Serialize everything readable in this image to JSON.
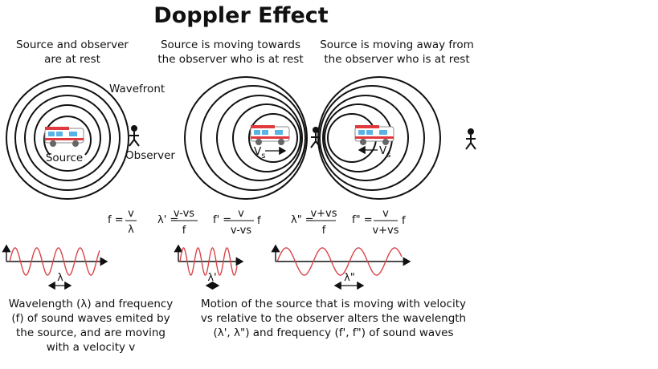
{
  "title": "Doppler Effect",
  "panels": [
    {
      "caption_line1": "Source and observer",
      "caption_line2": "are at rest"
    },
    {
      "caption_line1": "Source is moving towards",
      "caption_line2": "the observer who is at rest"
    },
    {
      "caption_line1": "Source is moving away from",
      "caption_line2": "the observer who is at rest"
    }
  ],
  "labels": {
    "wavefront": "Wavefront",
    "source": "Source",
    "observer": "Observer",
    "vs": "V",
    "vs_sub": "s"
  },
  "equations": {
    "f": "f =",
    "f_num": "v",
    "f_den": "λ",
    "l1": "λ' =",
    "l1_num": "v-vs",
    "l1_den": "f",
    "f1": "f' =",
    "f1_num": "v",
    "f1_den": "v-vs",
    "f1_tail": "f",
    "l2": "λ\" =",
    "l2_num": "v+vs",
    "l2_den": "f",
    "f2": "f\" =",
    "f2_num": "v",
    "f2_den": "v+vs",
    "f2_tail": "f"
  },
  "wave_labels": [
    "λ",
    "λ'",
    "λ\""
  ],
  "bottom_left": [
    "Wavelength (λ) and frequency",
    "(f) of sound waves emited by",
    "the source, and are moving",
    "with a velocity v"
  ],
  "bottom_right": [
    "Motion of the source that is moving with velocity",
    "vs relative to the observer alters the wavelength",
    "(λ', λ\") and frequency (f', f\") of sound waves"
  ],
  "colors": {
    "wave": "#d8454a",
    "van_red": "#e03a3e"
  }
}
